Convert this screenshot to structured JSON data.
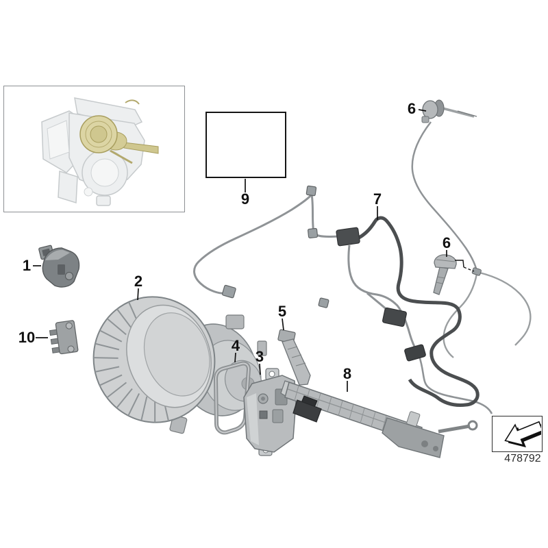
{
  "diagram": {
    "type": "exploded-parts-diagram",
    "subject": "heater-air-conditioning-electrical-parts"
  },
  "callouts": {
    "n1": "1",
    "n2": "2",
    "n3": "3",
    "n4": "4",
    "n5": "5",
    "n6_top": "6",
    "n6_mid": "6",
    "n7": "7",
    "n8": "8",
    "n9": "9",
    "n10": "10"
  },
  "stamp": {
    "doc_number": "478792"
  },
  "icons": {
    "direction_arrow": "down-left-block-arrow"
  },
  "colors": {
    "highlight_yellow": "#d9d2a2",
    "part_gray": "#b9bcbe",
    "part_dark": "#3c3e40",
    "harness_light": "#8f9396",
    "harness_dark": "#4b4e50",
    "ghost_gray": "#edeff0",
    "callout_text": "#111111"
  }
}
